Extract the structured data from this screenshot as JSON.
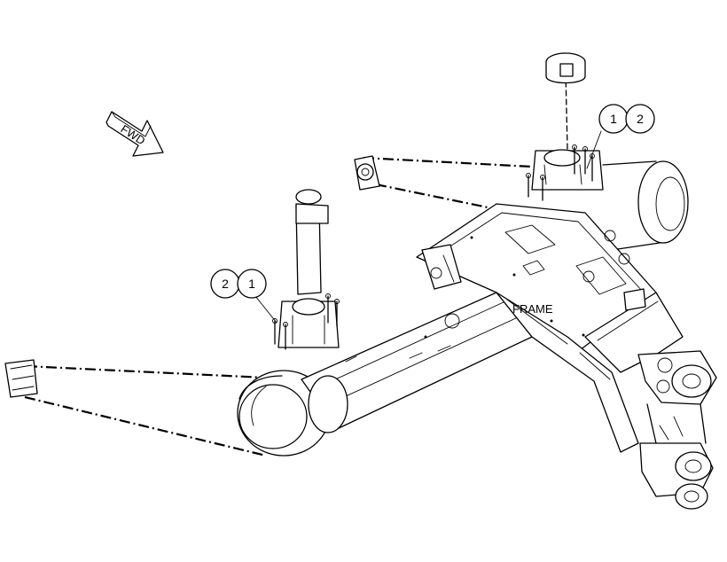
{
  "frame_label": "FRAME",
  "direction_arrow": {
    "label": "FWD"
  },
  "callouts": {
    "right_pair": [
      "1",
      "2"
    ],
    "left_pair": [
      "2",
      "1"
    ]
  }
}
